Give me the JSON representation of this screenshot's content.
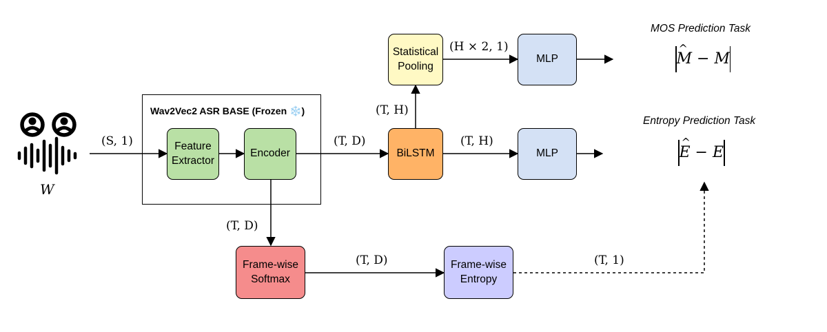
{
  "frame": {
    "title": "Wav2Vec2 ASR BASE (Frozen ",
    "title_icon": "❄️",
    "title_end": ")"
  },
  "input": {
    "label": "W",
    "icon": "speaker-waveform-icon"
  },
  "blocks": {
    "feature_extractor": "Feature Extractor",
    "encoder": "Encoder",
    "bilstm": "BiLSTM",
    "stat_pool": "Statistical Pooling",
    "mlp_top": "MLP",
    "mlp_mid": "MLP",
    "softmax": "Frame-wise Softmax",
    "entropy": "Frame-wise Entropy"
  },
  "dims": {
    "input": "(S, 1)",
    "enc_to_bilstm": "(T, D)",
    "bilstm_to_pool": "(T, H)",
    "pool_to_mlp": "(H × 2, 1)",
    "bilstm_to_mlp": "(T, H)",
    "enc_to_softmax": "(T, D)",
    "softmax_to_entropy": "(T, D)",
    "entropy_out": "(T, 1)"
  },
  "tasks": {
    "mos": "MOS Prediction Task",
    "mos_loss": {
      "hat": "M",
      "minus": " − ",
      "true": "M"
    },
    "entropy": "Entropy Prediction Task",
    "entropy_loss": {
      "hat": "E",
      "minus": " − ",
      "true": "E"
    }
  },
  "colors": {
    "green": "#b9e0a5",
    "orange": "#ffb366",
    "yellow": "#fff9c4",
    "blue": "#d4e1f5",
    "red": "#f58c8c",
    "purple": "#ccccff"
  }
}
